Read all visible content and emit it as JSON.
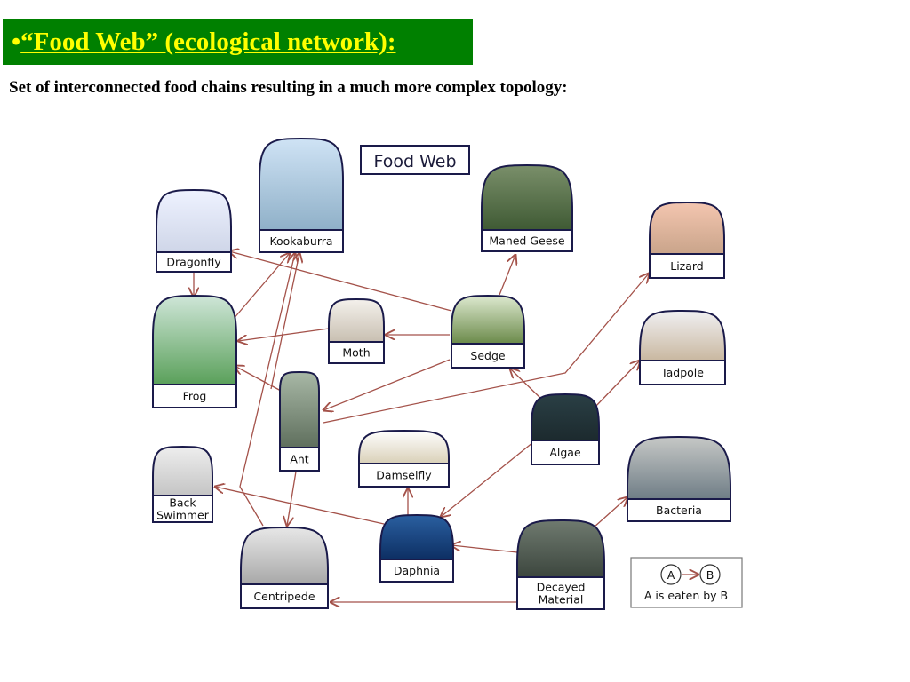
{
  "slide": {
    "bullet": "•",
    "title": "“Food Web” (ecological network):",
    "subtitle": "Set of interconnected food chains resulting in a much more complex topology:"
  },
  "diagram": {
    "heading": "Food Web",
    "organisms": {
      "dragonfly": "Dragonfly",
      "kookaburra": "Kookaburra",
      "maned_geese": "Maned Geese",
      "lizard": "Lizard",
      "frog": "Frog",
      "moth": "Moth",
      "sedge": "Sedge",
      "tadpole": "Tadpole",
      "ant": "Ant",
      "algae": "Algae",
      "damselfly": "Damselfly",
      "bacteria": "Bacteria",
      "back_swimmer": [
        "Back",
        "Swimmer"
      ],
      "daphnia": "Daphnia",
      "centripede": "Centripede",
      "decayed_material": [
        "Decayed",
        "Material"
      ]
    },
    "legend": {
      "a": "A",
      "b": "B",
      "text": "A is eaten by B"
    },
    "colors": {
      "arrow": "#a4524a",
      "node_border": "#1a1a4a",
      "title_bg": "#008000",
      "title_text": "#ffff00"
    }
  }
}
